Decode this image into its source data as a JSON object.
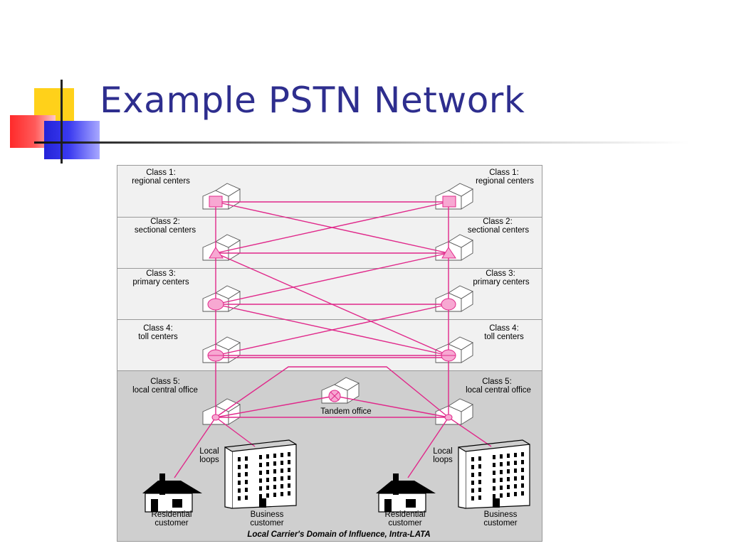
{
  "title": "Example PSTN Network",
  "diagram": {
    "left": {
      "class1": [
        "Class 1:",
        "regional centers"
      ],
      "class2": [
        "Class 2:",
        "sectional centers"
      ],
      "class3": [
        "Class 3:",
        "primary centers"
      ],
      "class4": [
        "Class 4:",
        "toll centers"
      ],
      "class5": [
        "Class 5:",
        "local central office"
      ],
      "loops": [
        "Local",
        "loops"
      ],
      "residential": [
        "Residential",
        "customer"
      ],
      "business": [
        "Business",
        "customer"
      ]
    },
    "right": {
      "class1": [
        "Class 1:",
        "regional centers"
      ],
      "class2": [
        "Class 2:",
        "sectional centers"
      ],
      "class3": [
        "Class 3:",
        "primary centers"
      ],
      "class4": [
        "Class 4:",
        "toll centers"
      ],
      "class5": [
        "Class 5:",
        "local central office"
      ],
      "loops": [
        "Local",
        "loops"
      ],
      "residential": [
        "Residential",
        "customer"
      ],
      "business": [
        "Business",
        "customer"
      ]
    },
    "tandem": "Tandem office",
    "footer": "Local Carrier's Domain of Influence, Intra-LATA"
  },
  "colors": {
    "title": "#2e2e8e",
    "link": "#e0288a",
    "node_fill": "#f7a8d2",
    "band_light": "#f1f1f1",
    "band_dark": "#cfcfcf"
  }
}
